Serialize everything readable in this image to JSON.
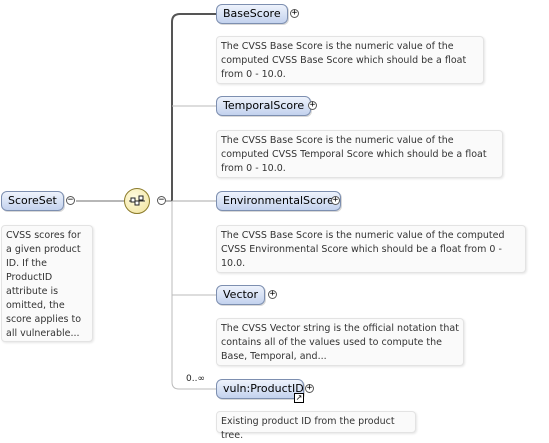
{
  "root": {
    "label": "ScoreSet",
    "toggle": "−",
    "description": "CVSS scores for a given product ID.  If the ProductID attribute is omitted, the score applies to all vulnerable..."
  },
  "sequence": {
    "icon": "sequence-compositor-icon",
    "toggle": "−"
  },
  "children": [
    {
      "label": "BaseScore",
      "toggle": "+",
      "description": "The CVSS Base Score is the numeric value of the computed CVSS Base Score which should be a float from 0 - 10.0."
    },
    {
      "label": "TemporalScore",
      "toggle": "+",
      "description": "The CVSS Base Score is the numeric value of the computed CVSS Temporal Score which should be a float from 0 - 10.0."
    },
    {
      "label": "EnvironmentalScore",
      "toggle": "+",
      "description": "The CVSS Base Score is the numeric value of the computed CVSS Environmental Score which should be a float from 0 - 10.0."
    },
    {
      "label": "Vector",
      "toggle": "+",
      "description": "The CVSS Vector string is the official notation that contains all of the values used to compute the Base, Temporal, and..."
    },
    {
      "label": "vuln:ProductID",
      "toggle": "+",
      "cardinality": "0..∞",
      "reference_icon": "reference-arrow-icon",
      "description": "Existing product ID from the product tree."
    }
  ],
  "colors": {
    "node_border": "#7d8fb0",
    "node_fill": "#c3d2ee",
    "connector": "#aaaaaa",
    "sequence_fill": "#f1e39a"
  }
}
